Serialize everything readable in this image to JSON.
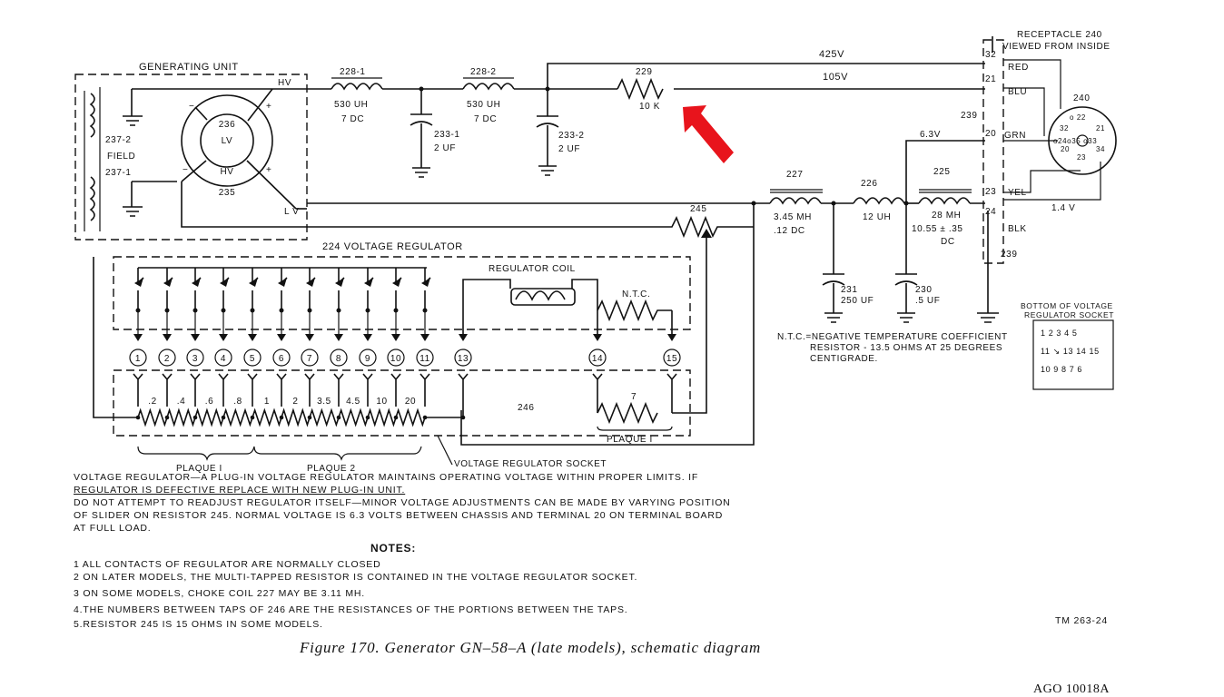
{
  "labels": {
    "generating_unit": "GENERATING UNIT",
    "hv_top": "HV",
    "lv_right": "L V",
    "gen_center_num": "236",
    "gen_center_lv": "LV",
    "gen_center_hv": "HV",
    "gen_num": "235",
    "field_upper_num": "237-2",
    "field": "FIELD",
    "field_lower_num": "237-1",
    "choke_228_1": "228-1",
    "choke_228_1_uh": "530 UH",
    "choke_228_1_dc": "7 DC",
    "choke_228_2": "228-2",
    "choke_228_2_uh": "530 UH",
    "choke_228_2_dc": "7 DC",
    "cap_233_1": "233-1",
    "cap_233_1_uf": "2 UF",
    "cap_233_2": "233-2",
    "cap_233_2_uf": "2 UF",
    "res_229": "229",
    "res_229_val": "10 K",
    "v425": "425V",
    "v105": "105V",
    "receptacle_title_1": "RECEPTACLE 240",
    "receptacle_title_2": "VIEWED FROM INSIDE",
    "pin_32": "32",
    "pin_21": "21",
    "pin_20": "20",
    "pin_23": "23",
    "pin_24": "24",
    "wire_red": "RED",
    "wire_blu": "BLU",
    "wire_grn": "GRN",
    "wire_yel": "YEL",
    "wire_blk": "BLK",
    "num_239_top": "239",
    "num_239_bot": "239",
    "v63": "6.3V",
    "v14": "1.4 V",
    "conn_240": "240",
    "choke_227": "227",
    "choke_227_mh": "3.45 MH",
    "choke_227_dc": ".12 DC",
    "choke_226": "226",
    "choke_226_uh": "12 UH",
    "choke_225": "225",
    "choke_225_mh": "28 MH",
    "choke_225_dc": "10.55 ± .35",
    "choke_225_dc2": "DC",
    "cap_231": "231",
    "cap_231_uf": "250 UF",
    "cap_230": "230",
    "cap_230_uf": ".5 UF",
    "res_245": "245",
    "regulator_title": "224 VOLTAGE REGULATOR",
    "regulator_coil": "REGULATOR COIL",
    "ntc": "N.T.C.",
    "res_246": "246",
    "res_7": "7",
    "plaque_1_right": "PLAQUE I",
    "plaque_1": "PLAQUE I",
    "plaque_2": "PLAQUE 2",
    "vr_socket": "VOLTAGE REGULATOR SOCKET",
    "ntc_def_1": "N.T.C.=NEGATIVE TEMPERATURE COEFFICIENT",
    "ntc_def_2": "RESISTOR - 13.5 OHMS AT 25 DEGREES",
    "ntc_def_3": "CENTIGRADE.",
    "socket_title_1": "BOTTOM OF VOLTAGE",
    "socket_title_2": "REGULATOR SOCKET"
  },
  "terminals": [
    "1",
    "2",
    "3",
    "4",
    "5",
    "6",
    "7",
    "8",
    "9",
    "10",
    "11",
    "13",
    "14",
    "15"
  ],
  "tap_values": [
    ".2",
    ".4",
    ".6",
    ".8",
    "1",
    "2",
    "3.5",
    "4.5",
    "10",
    "20"
  ],
  "socket_rows": [
    "1 2 3 4 5",
    "11 ↘ 13 14 15",
    "10 9 8 7 6"
  ],
  "text": {
    "vr_line1": "VOLTAGE REGULATOR—A PLUG-IN VOLTAGE REGULATOR MAINTAINS OPERATING VOLTAGE WITHIN PROPER LIMITS. IF",
    "vr_line2": "REGULATOR IS DEFECTIVE REPLACE WITH NEW PLUG-IN UNIT.",
    "vr_line3": "DO NOT ATTEMPT TO READJUST REGULATOR ITSELF—MINOR VOLTAGE ADJUSTMENTS CAN BE MADE BY VARYING POSITION",
    "vr_line4": "OF SLIDER ON RESISTOR 245. NORMAL VOLTAGE IS 6.3 VOLTS BETWEEN CHASSIS AND TERMINAL 20 ON TERMINAL BOARD",
    "vr_line5": "AT FULL LOAD.",
    "notes_title": "NOTES:",
    "note1": "1 ALL CONTACTS OF REGULATOR ARE NORMALLY CLOSED",
    "note2": "2 ON LATER MODELS, THE MULTI-TAPPED RESISTOR IS CONTAINED IN THE VOLTAGE REGULATOR SOCKET.",
    "note3": "3 ON SOME MODELS, CHOKE COIL 227 MAY BE 3.11 MH.",
    "note4": "4.THE NUMBERS BETWEEN TAPS OF 246 ARE THE RESISTANCES OF THE PORTIONS BETWEEN THE TAPS.",
    "note5": "5.RESISTOR 245 IS 15 OHMS IN SOME MODELS.",
    "tm": "TM 263-24",
    "caption": "Figure 170. Generator GN–58–A (late models), schematic diagram",
    "ago": "AGO 10018A"
  },
  "colors": {
    "ink": "#111111",
    "arrow": "#e8141c",
    "paper": "#ffffff"
  }
}
